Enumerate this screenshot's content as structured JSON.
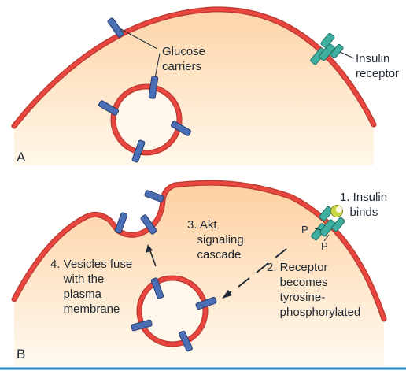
{
  "panels": [
    {
      "letter": "A",
      "labels": {
        "glucose_carriers": "Glucose\ncarriers",
        "insulin_receptor": "Insulin\nreceptor"
      }
    },
    {
      "letter": "B",
      "steps": {
        "step1": "1. Insulin\n   binds",
        "step2": "2. Receptor\n    becomes\n    tyrosine-\n    phosphorylated",
        "step3": "3. Akt\n   signaling\n   cascade",
        "step4": "4. Vesicles fuse\n    with the\n    plasma\n    membrane"
      },
      "phospho_label": "P"
    }
  ],
  "colors": {
    "membrane": "#e8463f",
    "membrane_dark": "#b83a30",
    "cytoplasm_top": "#fdd9b0",
    "cytoplasm_bottom": "#fff7e8",
    "carrier": "#4a6fb5",
    "receptor": "#3fb0a0",
    "insulin": "#c9d94a",
    "text": "#1f2a36",
    "border": "#2b86c5"
  }
}
